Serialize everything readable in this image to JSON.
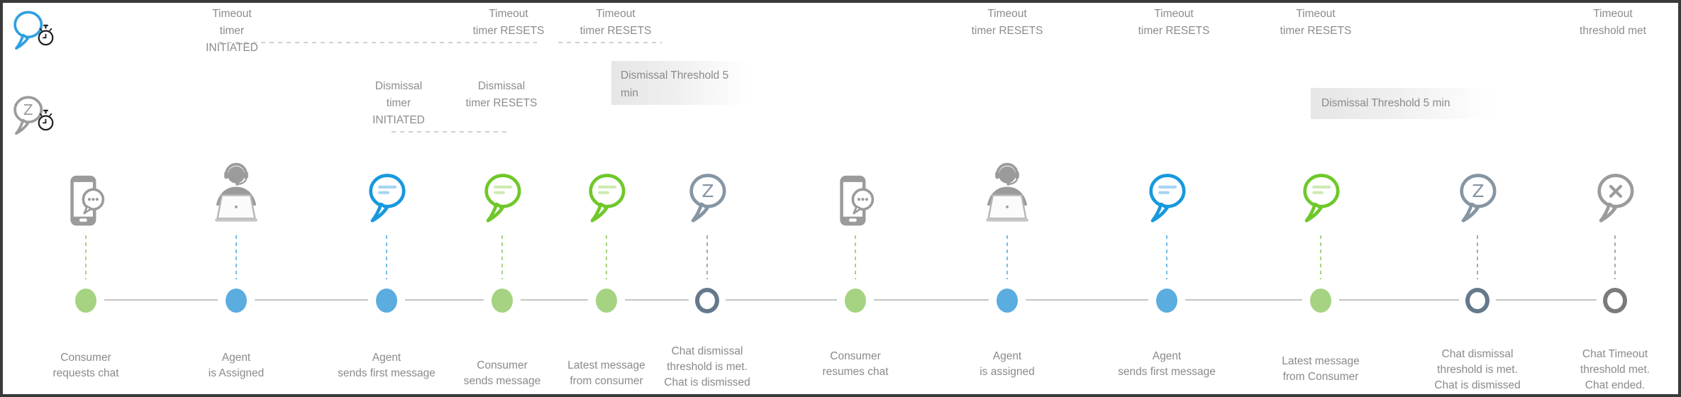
{
  "legend": {
    "timeout_timer_icon": "chat-bubble-with-stopwatch",
    "dismissal_timer_icon": "snooze-bubble-with-stopwatch"
  },
  "annotations": {
    "timeout_initiated": "Timeout\ntimer\nINITIATED",
    "timeout_resets": "Timeout\ntimer RESETS",
    "timeout_threshold_met": "Timeout\nthreshold met",
    "dismissal_initiated": "Dismissal\ntimer\nINITIATED",
    "dismissal_resets": "Dismissal\ntimer RESETS",
    "dismissal_threshold_box_1": "Dismissal Threshold 5 min",
    "dismissal_threshold_box_2": "Dismissal Threshold 5 min"
  },
  "colors": {
    "dot_green": "#a5d381",
    "dot_blue": "#5bacdf",
    "ring_slate": "#64798b",
    "ring_gray": "#7b7b7b",
    "bubble_blue": "#1799dd",
    "bubble_green": "#6ec82a",
    "bubble_slate": "#8595a3",
    "bubble_gray": "#9b9b9b",
    "text_gray": "#8a8a8a"
  },
  "timeline": {
    "events": [
      {
        "icon": "phone-chat",
        "marker": "green",
        "label": "Consumer\nrequests chat"
      },
      {
        "icon": "agent-headset",
        "marker": "blue",
        "label": "Agent\nis Assigned"
      },
      {
        "icon": "chat-bubble-blue",
        "marker": "blue",
        "label": "Agent\nsends first message"
      },
      {
        "icon": "chat-bubble-green",
        "marker": "green",
        "label": "Consumer\nsends message"
      },
      {
        "icon": "chat-bubble-green",
        "marker": "green",
        "label": "Latest message\nfrom consumer"
      },
      {
        "icon": "snooze-bubble",
        "marker": "ring-slate",
        "label": "Chat dismissal\nthreshold is met.\nChat is dismissed"
      },
      {
        "icon": "phone-chat",
        "marker": "green",
        "label": "Consumer\nresumes chat"
      },
      {
        "icon": "agent-headset",
        "marker": "blue",
        "label": "Agent\nis assigned"
      },
      {
        "icon": "chat-bubble-blue",
        "marker": "blue",
        "label": "Agent\nsends first message"
      },
      {
        "icon": "chat-bubble-green",
        "marker": "green",
        "label": "Latest message\nfrom Consumer"
      },
      {
        "icon": "snooze-bubble",
        "marker": "ring-slate",
        "label": "Chat dismissal\nthreshold is met.\nChat is dismissed"
      },
      {
        "icon": "close-bubble",
        "marker": "ring-gray",
        "label": "Chat Timeout\nthreshold met.\nChat ended."
      }
    ]
  }
}
